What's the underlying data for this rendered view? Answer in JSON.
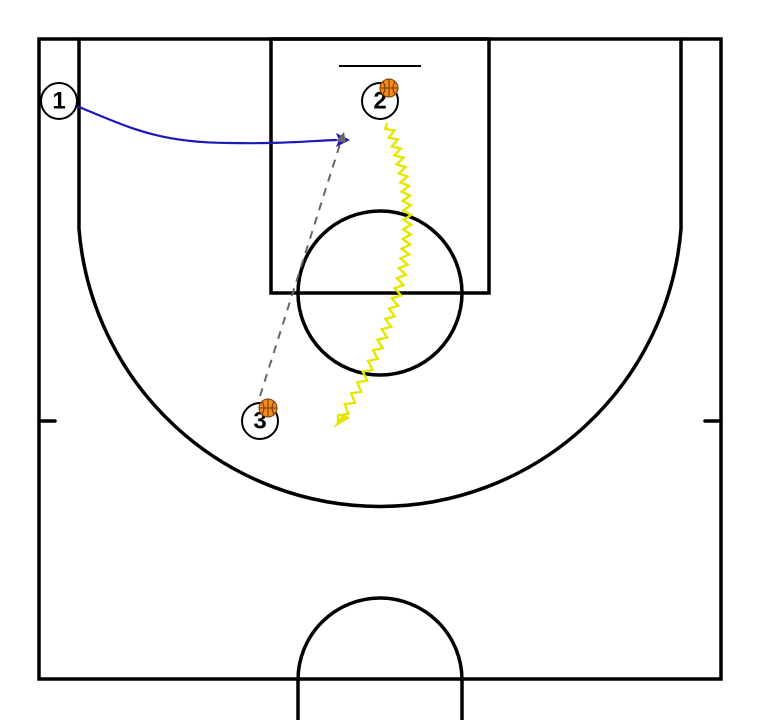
{
  "players": [
    {
      "id": "player-1",
      "label": "1",
      "has_ball": false
    },
    {
      "id": "player-2",
      "label": "2",
      "has_ball": true
    },
    {
      "id": "player-3",
      "label": "3",
      "has_ball": true
    }
  ],
  "actions": [
    {
      "type": "cut",
      "from": "1",
      "color": "#1a1ab8"
    },
    {
      "type": "pass",
      "from": "3",
      "color": "#666666"
    },
    {
      "type": "dribble",
      "from": "2",
      "color": "#e6e600"
    }
  ],
  "colors": {
    "court_lines": "#000000",
    "ball": "#f08a1c",
    "cut": "#1a1ab8",
    "pass": "#666666",
    "dribble": "#e6e600"
  },
  "icons": [
    "basketball-icon",
    "arrowhead-icon"
  ]
}
